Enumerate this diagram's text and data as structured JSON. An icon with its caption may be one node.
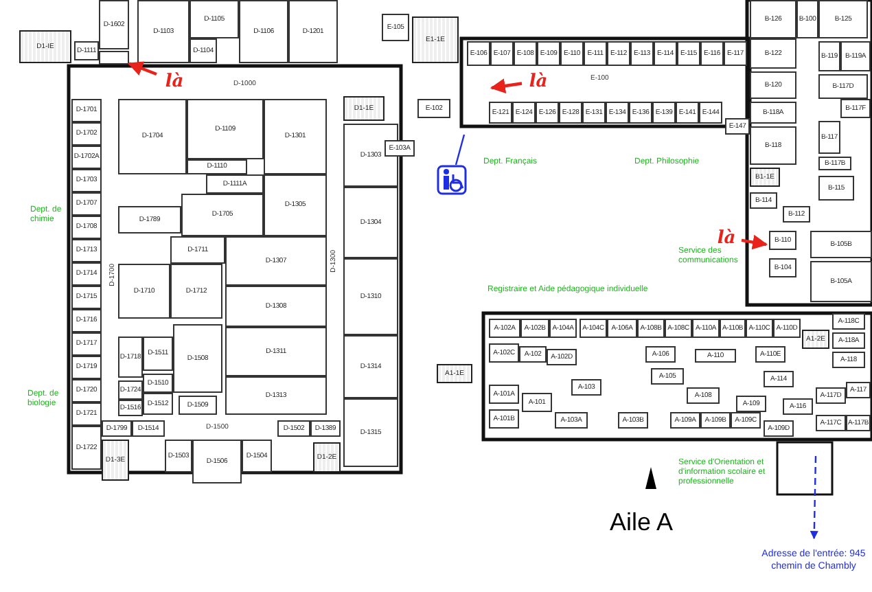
{
  "diagram": {
    "nodes": [
      {
        "text": [
          "D1-IE"
        ]
      },
      {
        "text": [
          "D-1111"
        ]
      },
      {
        "text": [
          "D-1602"
        ]
      },
      {
        "text": [
          "D-1103"
        ]
      },
      {
        "text": [
          "D-1105"
        ]
      },
      {
        "text": [
          "D-1104"
        ]
      },
      {
        "text": [
          "D-1106"
        ]
      },
      {
        "text": [
          "D-1201"
        ]
      },
      {
        "text": [
          "D-1701"
        ]
      },
      {
        "text": [
          "D-1702"
        ]
      },
      {
        "text": [
          "D-1702A"
        ]
      },
      {
        "text": [
          "D-1703"
        ]
      },
      {
        "text": [
          "D-1707"
        ]
      },
      {
        "text": [
          "D-1708"
        ]
      },
      {
        "text": [
          "D-1713"
        ]
      },
      {
        "text": [
          "D-1714"
        ]
      },
      {
        "text": [
          "D-1715"
        ]
      },
      {
        "text": [
          "D-1716"
        ]
      },
      {
        "text": [
          "D-1717"
        ]
      },
      {
        "text": [
          "D-1719"
        ]
      },
      {
        "text": [
          "D-1720"
        ]
      },
      {
        "text": [
          "D-1721"
        ]
      },
      {
        "text": [
          "D-1722"
        ]
      },
      {
        "text": [
          "D-1704"
        ]
      },
      {
        "text": [
          "D-1109"
        ]
      },
      {
        "text": [
          "D-1301"
        ]
      },
      {
        "text": [
          "D-1110"
        ]
      },
      {
        "text": [
          "D-1111A"
        ]
      },
      {
        "text": [
          "D-1789"
        ]
      },
      {
        "text": [
          "D-1705"
        ]
      },
      {
        "text": [
          "D-1305"
        ]
      },
      {
        "text": [
          "D-1711"
        ]
      },
      {
        "text": [
          "D-1307"
        ]
      },
      {
        "text": [
          "D-1710"
        ]
      },
      {
        "text": [
          "D-1712"
        ]
      },
      {
        "text": [
          "D-1308"
        ]
      },
      {
        "text": [
          "D-1718"
        ]
      },
      {
        "text": [
          "D-1511"
        ]
      },
      {
        "text": [
          "D-1508"
        ]
      },
      {
        "text": [
          "D-1311"
        ]
      },
      {
        "text": [
          "D-1724"
        ]
      },
      {
        "text": [
          "D-1510"
        ]
      },
      {
        "text": [
          "D-1512"
        ]
      },
      {
        "text": [
          "D-1509"
        ]
      },
      {
        "text": [
          "D-1313"
        ]
      },
      {
        "text": [
          "D-1516"
        ]
      },
      {
        "text": [
          "D-1799"
        ]
      },
      {
        "text": [
          "D-1514"
        ]
      },
      {
        "text": [
          "D-1503"
        ]
      },
      {
        "text": [
          "D-1506"
        ]
      },
      {
        "text": [
          "D-1504"
        ]
      },
      {
        "text": [
          "D-1502"
        ]
      },
      {
        "text": [
          "D-1389"
        ]
      },
      {
        "text": [
          "D1-3E"
        ]
      },
      {
        "text": [
          "D1-2E"
        ]
      },
      {
        "text": [
          "D1-1E"
        ]
      },
      {
        "text": [
          "D-1303"
        ]
      },
      {
        "text": [
          "D-1304"
        ]
      },
      {
        "text": [
          "D-1310"
        ]
      },
      {
        "text": [
          "D-1314"
        ]
      },
      {
        "text": [
          "D-1315"
        ]
      },
      {
        "text": [
          "E1-1E"
        ]
      },
      {
        "text": [
          "E-105"
        ]
      },
      {
        "text": [
          "E-102"
        ]
      },
      {
        "text": [
          "E-103A"
        ]
      },
      {
        "text": [
          "E-106"
        ]
      },
      {
        "text": [
          "E-107"
        ]
      },
      {
        "text": [
          "E-108"
        ]
      },
      {
        "text": [
          "E-109"
        ]
      },
      {
        "text": [
          "E-110"
        ]
      },
      {
        "text": [
          "E-111"
        ]
      },
      {
        "text": [
          "E-112"
        ]
      },
      {
        "text": [
          "E-113"
        ]
      },
      {
        "text": [
          "E-114"
        ]
      },
      {
        "text": [
          "E-115"
        ]
      },
      {
        "text": [
          "E-116"
        ]
      },
      {
        "text": [
          "E-117"
        ]
      },
      {
        "text": [
          "E-121"
        ]
      },
      {
        "text": [
          "E-124"
        ]
      },
      {
        "text": [
          "E-126"
        ]
      },
      {
        "text": [
          "E-128"
        ]
      },
      {
        "text": [
          "E-131"
        ]
      },
      {
        "text": [
          "E-134"
        ]
      },
      {
        "text": [
          "E-136"
        ]
      },
      {
        "text": [
          "E-139"
        ]
      },
      {
        "text": [
          "E-141"
        ]
      },
      {
        "text": [
          "E-144"
        ]
      },
      {
        "text": [
          "E-147"
        ]
      },
      {
        "text": [
          "B-126"
        ]
      },
      {
        "text": [
          "B-100"
        ]
      },
      {
        "text": [
          "B-125"
        ]
      },
      {
        "text": [
          "B-122"
        ]
      },
      {
        "text": [
          "B-120"
        ]
      },
      {
        "text": [
          "B-118A"
        ]
      },
      {
        "text": [
          "B-118"
        ]
      },
      {
        "text": [
          "B1-1E"
        ]
      },
      {
        "text": [
          "B-114"
        ]
      },
      {
        "text": [
          "B-112"
        ]
      },
      {
        "text": [
          "B-110"
        ]
      },
      {
        "text": [
          "B-104"
        ]
      },
      {
        "text": [
          "B-119"
        ]
      },
      {
        "text": [
          "B-119A"
        ]
      },
      {
        "text": [
          "B-117D"
        ]
      },
      {
        "text": [
          "B-117F"
        ]
      },
      {
        "text": [
          "B-117"
        ]
      },
      {
        "text": [
          "B-117B"
        ]
      },
      {
        "text": [
          "B-115"
        ]
      },
      {
        "text": [
          "B-105B"
        ]
      },
      {
        "text": [
          "B-105A"
        ]
      },
      {
        "text": [
          "A1-1E"
        ]
      },
      {
        "text": [
          "A-102A"
        ]
      },
      {
        "text": [
          "A-102B"
        ]
      },
      {
        "text": [
          "A-104A"
        ]
      },
      {
        "text": [
          "A-102C"
        ]
      },
      {
        "text": [
          "A-102"
        ]
      },
      {
        "text": [
          "A-102D"
        ]
      },
      {
        "text": [
          "A-101A"
        ]
      },
      {
        "text": [
          "A-101"
        ]
      },
      {
        "text": [
          "A-101B"
        ]
      },
      {
        "text": [
          "A-103"
        ]
      },
      {
        "text": [
          "A-103A"
        ]
      },
      {
        "text": [
          "A-103B"
        ]
      },
      {
        "text": [
          "A-104C"
        ]
      },
      {
        "text": [
          "A-106A"
        ]
      },
      {
        "text": [
          "A-108B"
        ]
      },
      {
        "text": [
          "A-108C"
        ]
      },
      {
        "text": [
          "A-110A"
        ]
      },
      {
        "text": [
          "A-110B"
        ]
      },
      {
        "text": [
          "A-110C"
        ]
      },
      {
        "text": [
          "A-110D"
        ]
      },
      {
        "text": [
          "A-106"
        ]
      },
      {
        "text": [
          "A-110"
        ]
      },
      {
        "text": [
          "A-110E"
        ]
      },
      {
        "text": [
          "A-105"
        ]
      },
      {
        "text": [
          "A-114"
        ]
      },
      {
        "text": [
          "A-108"
        ]
      },
      {
        "text": [
          "A-109"
        ]
      },
      {
        "text": [
          "A-116"
        ]
      },
      {
        "text": [
          "A-109A"
        ]
      },
      {
        "text": [
          "A-109B"
        ]
      },
      {
        "text": [
          "A-109C"
        ]
      },
      {
        "text": [
          "A-109D"
        ]
      },
      {
        "text": [
          "A1-2E"
        ]
      },
      {
        "text": [
          "A-117D"
        ]
      },
      {
        "text": [
          "A-117"
        ]
      },
      {
        "text": [
          "A-117C"
        ]
      },
      {
        "text": [
          "A-117B"
        ]
      },
      {
        "text": [
          "A-118C"
        ]
      },
      {
        "text": [
          "A-118A"
        ]
      },
      {
        "text": [
          "A-118"
        ]
      },
      {
        "text": [
          "là"
        ]
      },
      {
        "text": [
          "là"
        ]
      },
      {
        "text": [
          "là"
        ]
      },
      {
        "text": [],
        "shape": "picture"
      },
      {
        "text": [
          "Adresse de l'entrée: 945 chemin de Chambly"
        ]
      },
      {
        "text": [],
        "shape": "box"
      }
    ],
    "edges": [
      {
        "from": 150,
        "to": 155,
        "arrow": "to"
      },
      {
        "from": 151,
        "to": null,
        "arrow": "to"
      },
      {
        "from": 152,
        "to": null,
        "arrow": "to"
      },
      {
        "from": 153,
        "to": null,
        "arrow": "none",
        "color": "#1f2ee0"
      },
      {
        "from": null,
        "to": 154,
        "arrow": "to",
        "style": "dashed",
        "color": "#1f2ee0"
      }
    ],
    "labels": [
      "D-1000",
      "Dept. de chimie",
      "D-1700",
      "D-1300",
      "E-100",
      "Dept. Français",
      "Dept. Philosophie",
      "Service des communications",
      "Registraire et Aide pédagogique individuelle",
      "Dept. de biologie",
      "D-1500",
      "Service d'Orientation et d'information scolaire et professionnelle",
      "Aile A"
    ]
  }
}
